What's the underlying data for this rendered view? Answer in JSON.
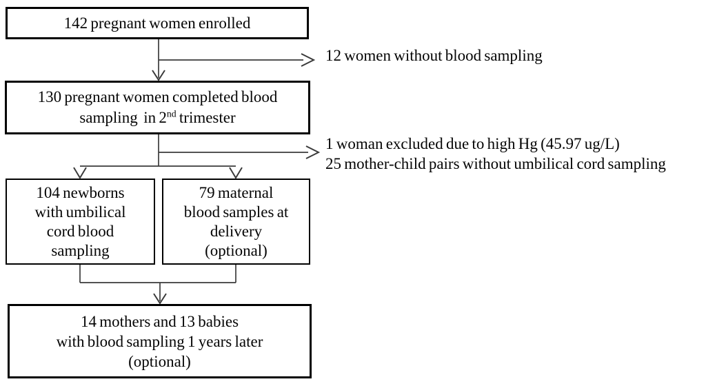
{
  "flow": {
    "box_enrolled": {
      "line1": "142 pregnant women enrolled"
    },
    "box_completed": {
      "line1": "130 pregnant women completed blood",
      "line2_pre": "sampling  in 2",
      "line2_sup": "nd",
      "line2_post": " trimester"
    },
    "exclusion1": {
      "line1": "12 women without blood sampling"
    },
    "exclusion2": {
      "line1": "1 woman excluded due to high Hg (45.97 ug/L)",
      "line2": "25 mother-child pairs without umbilical cord sampling"
    },
    "box_newborns": {
      "line1": "104 newborns",
      "line2": "with umbilical",
      "line3": "cord blood",
      "line4": "sampling"
    },
    "box_maternal": {
      "line1": "79 maternal",
      "line2": "blood samples at",
      "line3": "delivery",
      "line4": "(optional)"
    },
    "box_followup": {
      "line1": "14 mothers and 13 babies",
      "line2": "with blood sampling 1 years later",
      "line3": "(optional)"
    },
    "colors": {
      "box_border": "#000000",
      "connector": "#3a3a3a",
      "text": "#050505",
      "background": "#ffffff"
    }
  }
}
